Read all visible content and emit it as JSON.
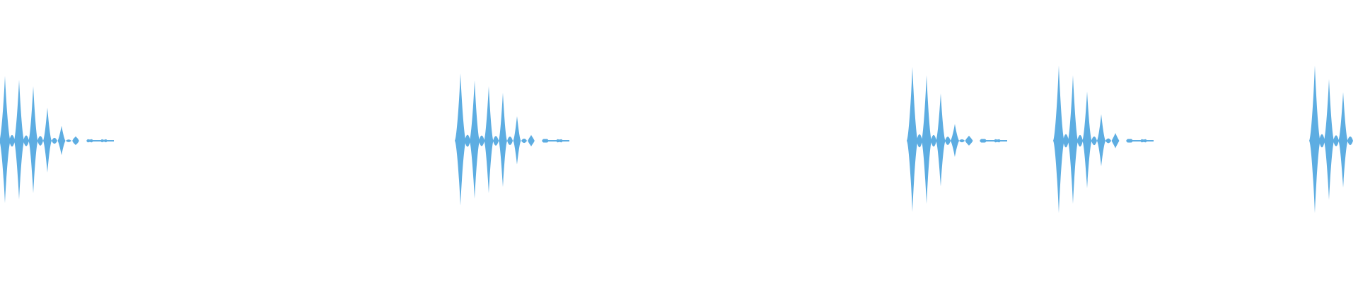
{
  "waveform": {
    "color": "#5dade2",
    "bursts": [
      {
        "pulse_peaks": [
          1.0,
          0.94,
          0.84,
          0.51,
          0.23,
          0.07,
          0.02,
          0.015
        ],
        "tail": true
      },
      {
        "pulse_peaks": [
          1.04,
          0.93,
          0.84,
          0.74,
          0.38,
          0.09,
          0.03,
          0.02
        ],
        "tail": true
      },
      {
        "pulse_peaks": [
          1.14,
          1.01,
          0.73,
          0.26,
          0.08,
          0.03,
          0.02
        ],
        "tail": true
      },
      {
        "pulse_peaks": [
          1.16,
          1.01,
          0.76,
          0.41,
          0.12,
          0.03,
          0.02
        ],
        "tail": true
      },
      {
        "pulse_peaks": [
          1.16,
          0.95,
          0.75
        ],
        "tail": false
      }
    ]
  }
}
